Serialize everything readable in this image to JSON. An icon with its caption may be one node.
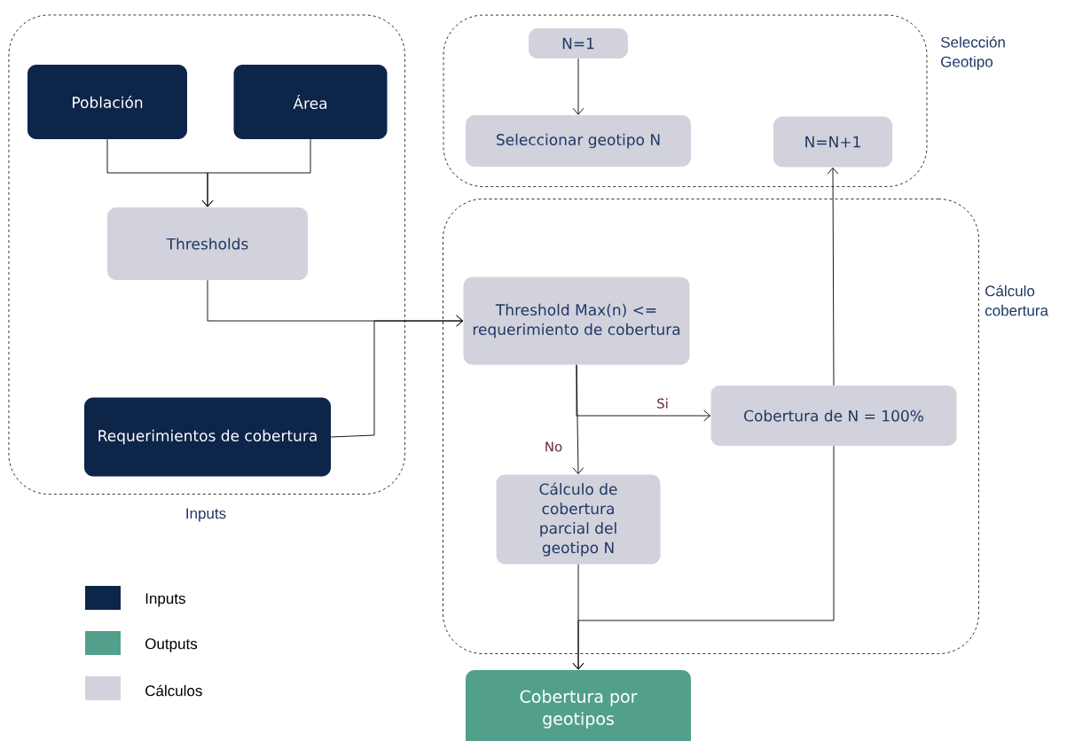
{
  "diagram": {
    "nodes": [
      {
        "text": [
          "Inputs"
        ]
      },
      {
        "text": [
          "Población"
        ],
        "in": 0
      },
      {
        "text": [
          "Área"
        ],
        "in": 0
      },
      {
        "text": [
          "Thresholds"
        ],
        "in": 0
      },
      {
        "text": [
          "Requerimientos de cobertura"
        ],
        "in": 0
      },
      {
        "text": [
          "Selección Geotipo"
        ]
      },
      {
        "text": [
          "N=1"
        ],
        "in": 5
      },
      {
        "text": [
          "Seleccionar geotipo N"
        ],
        "in": 5
      },
      {
        "text": [
          "N=N+1"
        ],
        "in": 5
      },
      {
        "text": [
          "Cálculo cobertura"
        ]
      },
      {
        "text": [
          "Threshold Max(n) <= requerimiento de cobertura"
        ],
        "in": 9
      },
      {
        "text": [
          "Cobertura de N = 100%"
        ],
        "in": 9
      },
      {
        "text": [
          "Cálculo de cobertura parcial del geotipo N"
        ],
        "in": 9
      },
      {
        "text": [
          "Cobertura por geotipos"
        ]
      }
    ],
    "edges": [
      {
        "from": 1,
        "to": 3,
        "arrow": "to"
      },
      {
        "from": 2,
        "to": 3,
        "arrow": "to"
      },
      {
        "from": 3,
        "to": 10,
        "arrow": "to"
      },
      {
        "from": 4,
        "to": 10,
        "arrow": "to"
      },
      {
        "from": 6,
        "to": 7,
        "arrow": "to"
      },
      {
        "from": 10,
        "to": 11,
        "arrow": "to",
        "label": "Si"
      },
      {
        "from": 10,
        "to": 12,
        "arrow": "to",
        "label": "No"
      },
      {
        "from": 11,
        "to": 8,
        "arrow": "to"
      },
      {
        "from": 12,
        "to": 13,
        "arrow": "to"
      },
      {
        "from": 11,
        "to": 13,
        "arrow": "to"
      }
    ],
    "legend": [
      {
        "text": "Inputs",
        "color": "#0d2549"
      },
      {
        "text": "Outputs",
        "color": "#52a08c"
      },
      {
        "text": "Cálculos",
        "color": "#d2d2dc"
      }
    ]
  }
}
